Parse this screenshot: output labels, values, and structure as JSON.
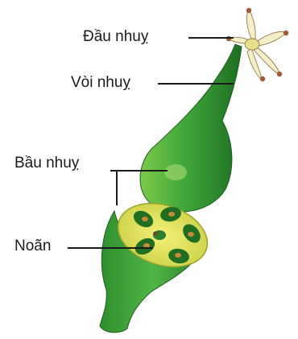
{
  "labels": {
    "stigma": "Đầu nhuỵ",
    "style": "Vòi nhuỵ",
    "ovary": "Bầu nhuỵ",
    "ovule": "Noãn"
  },
  "colors": {
    "pistil_green": "#3aa03a",
    "pistil_dark": "#1f6e22",
    "cut_face_yellow": "#e8e66a",
    "ovule_brown": "#6b4a2a",
    "stigma_cream": "#f3efc9",
    "stigma_tip": "#a35a3a",
    "leader_line": "#1a1a1a"
  }
}
